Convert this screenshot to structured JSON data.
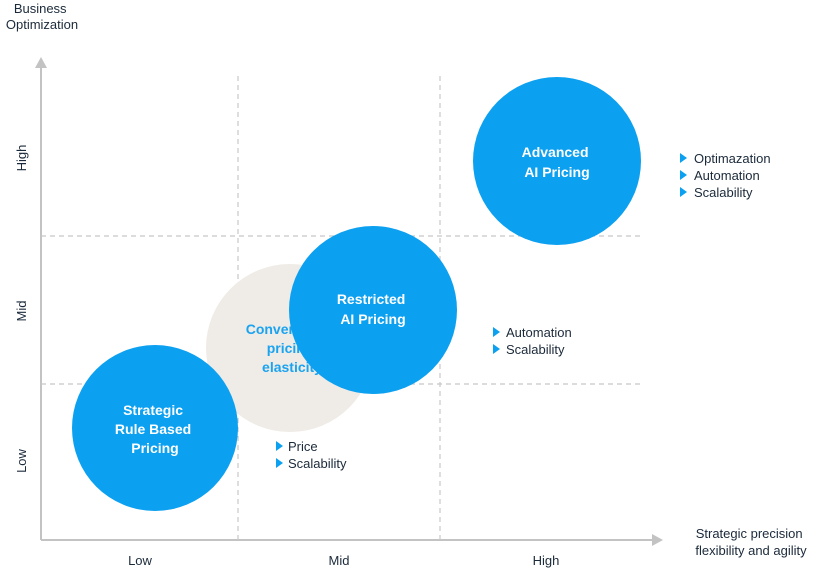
{
  "colors": {
    "bubble": "#0ca0f0",
    "ghost_bubble": "#efebe6",
    "ghost_text": "#1aa3f0",
    "axis": "#c3c3c3",
    "grid": "#c8c8c8",
    "bullet": "#0ca0f0",
    "text": "#1b2a3a"
  },
  "y_axis": {
    "title_lines": [
      "Business",
      "Optimization"
    ],
    "ticks": [
      "High",
      "Mid",
      "Low"
    ]
  },
  "x_axis": {
    "title_lines": [
      "Strategic precision",
      "flexibility and agility"
    ],
    "ticks": [
      "Low",
      "Mid",
      "High"
    ]
  },
  "bubbles": {
    "strategic": {
      "lines": [
        "Strategic",
        "Rule Based",
        "Pricing"
      ]
    },
    "conventional": {
      "lines": [
        "Conventional",
        "pricing",
        "elasticity"
      ]
    },
    "restricted": {
      "lines": [
        "Restricted",
        "AI Pricing"
      ]
    },
    "advanced": {
      "lines": [
        "Advanced",
        "AI Pricing"
      ]
    }
  },
  "bullets": {
    "low": [
      "Price",
      "Scalability"
    ],
    "mid": [
      "Automation",
      "Scalability"
    ],
    "high": [
      "Optimazation",
      "Automation",
      "Scalability"
    ]
  }
}
